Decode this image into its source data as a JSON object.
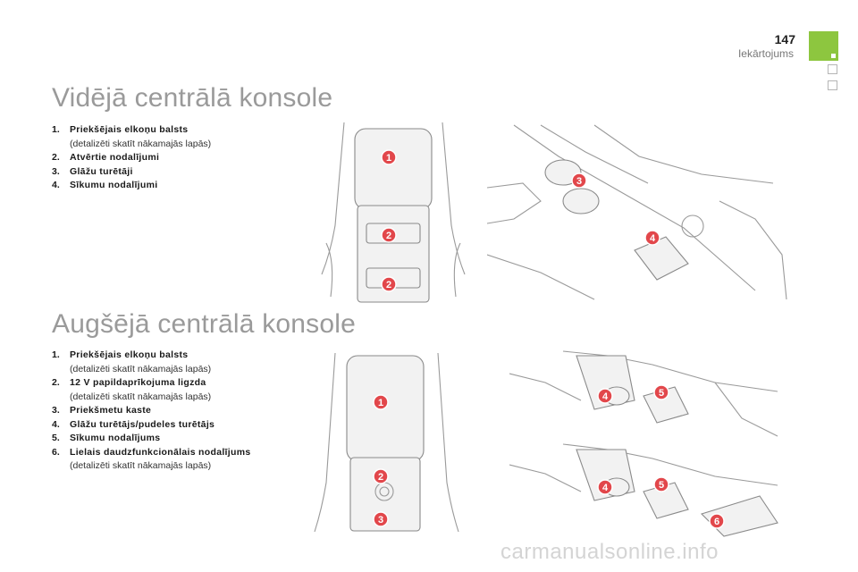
{
  "header": {
    "page_number": "147",
    "chapter": "Iekārtojums"
  },
  "section1": {
    "title": "Vidējā centrālā konsole",
    "items": [
      {
        "num": "1.",
        "label": "Priekšējais elkoņu balsts",
        "note": "(detalizēti skatīt nākamajās lapās)"
      },
      {
        "num": "2.",
        "label": "Atvērtie nodalījumi",
        "note": ""
      },
      {
        "num": "3.",
        "label": "Glāžu turētāji",
        "note": ""
      },
      {
        "num": "4.",
        "label": "Sīkumu nodalījumi",
        "note": ""
      }
    ],
    "badges_left": [
      "1",
      "2",
      "2"
    ],
    "badges_right": [
      "3",
      "4"
    ]
  },
  "section2": {
    "title": "Augšējā centrālā konsole",
    "items": [
      {
        "num": "1.",
        "label": "Priekšējais elkoņu balsts",
        "note": "(detalizēti skatīt nākamajās lapās)"
      },
      {
        "num": "2.",
        "label": "12 V papildaprīkojuma ligzda",
        "note": "(detalizēti skatīt nākamajās lapās)"
      },
      {
        "num": "3.",
        "label": "Priekšmetu kaste",
        "note": ""
      },
      {
        "num": "4.",
        "label": "Glāžu turētājs/pudeles turētājs",
        "note": ""
      },
      {
        "num": "5.",
        "label": "Sīkumu nodalījums",
        "note": ""
      },
      {
        "num": "6.",
        "label": "Lielais daudzfunkcionālais nodalījums",
        "note": "(detalizēti skatīt nākamajās lapās)"
      }
    ],
    "badges_left": [
      "1",
      "2",
      "3"
    ],
    "badges_right_top": [
      "4",
      "5"
    ],
    "badges_right_bottom": [
      "4",
      "5",
      "6"
    ]
  },
  "watermark": "carmanualsonline.info",
  "colors": {
    "accent_green": "#8dc63f",
    "badge_red": "#e2474b",
    "title_grey": "#9a9a9a"
  }
}
